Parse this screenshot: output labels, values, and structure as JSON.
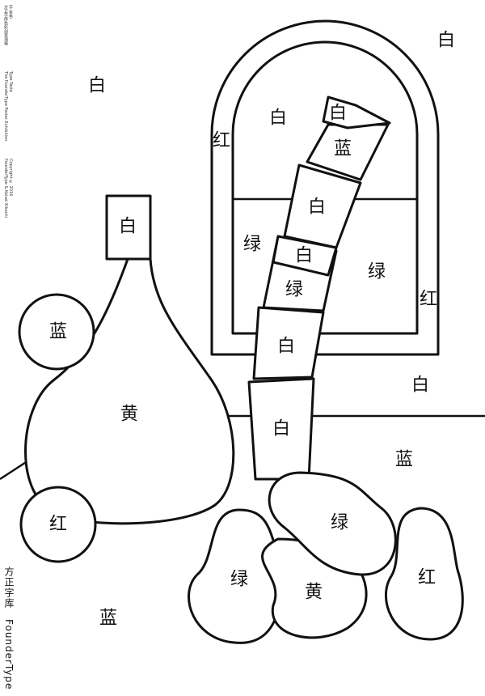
{
  "colors": {
    "ink": "#111111",
    "paper": "#ffffff"
  },
  "sidebar": {
    "group1": [
      "字·有色",
      "方正字库色彩创意海报"
    ],
    "group2": [
      "Type Taste",
      "The FounderType Poster Exhibition"
    ],
    "group3": [
      "Copyright © 2016",
      "FounderType & Keisei Kikuchi"
    ]
  },
  "brand": {
    "cn": "方正字库",
    "en": "FounderType"
  },
  "labels": {
    "bg_top_right": "白",
    "bg_top_left": "白",
    "window_inner": "白",
    "window_red": "红",
    "window_green_left": "绿",
    "window_green_right": "绿",
    "window_red_right": "红",
    "bg_mid_right": "白",
    "bg_blue_right": "蓝",
    "bg_blue_bottom": "蓝",
    "bottle_neck": "白",
    "bottle_body": "黄",
    "ball_blue": "蓝",
    "ball_red": "红",
    "cup_top": "白",
    "cup_blue": "蓝",
    "cup_white_2": "白",
    "cup_white_3": "白",
    "cup_green": "绿",
    "cup_white_5": "白",
    "cup_white_6": "白",
    "bean_green_top": "绿",
    "bean_green_left": "绿",
    "bean_yellow": "黄",
    "bean_red": "红"
  }
}
